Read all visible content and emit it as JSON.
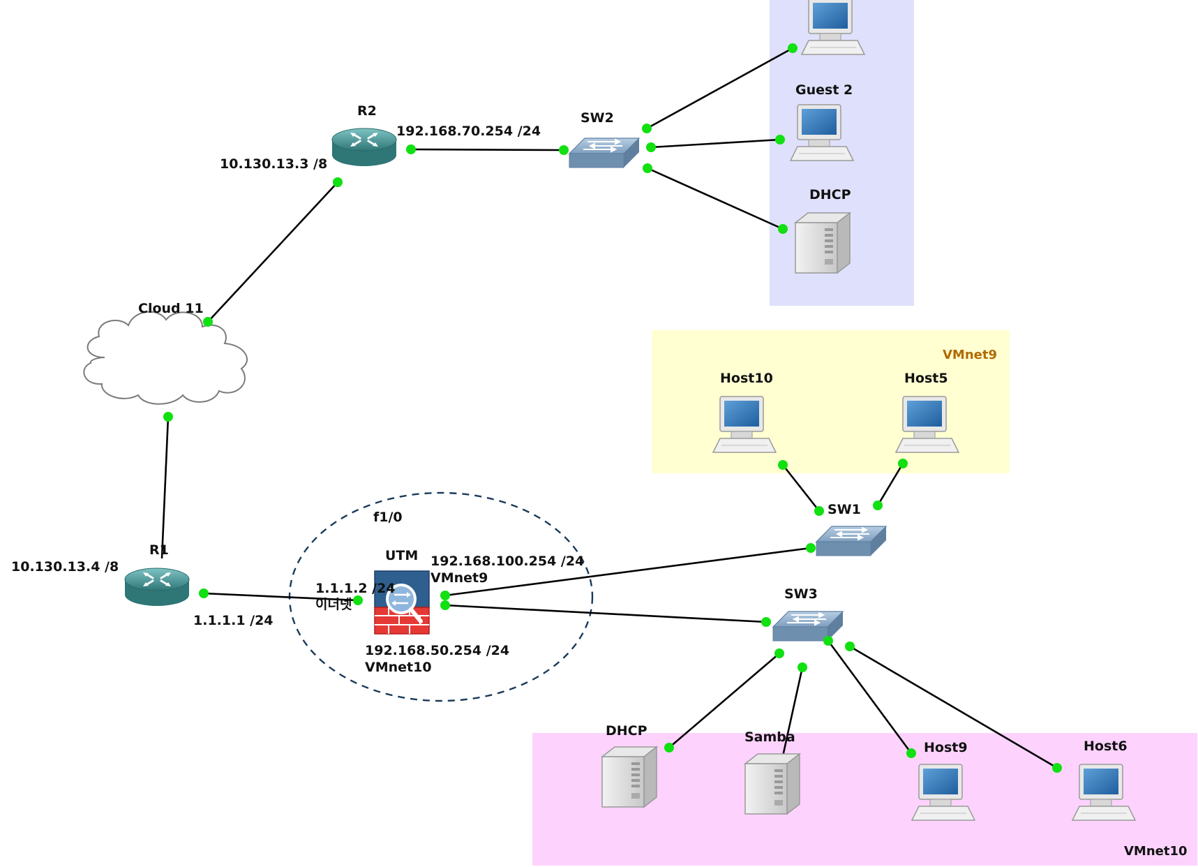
{
  "diagram": {
    "zones": {
      "top_lan": {
        "label": "",
        "color": "#dfe0fb"
      },
      "vmnet9": {
        "label": "VMnet9",
        "color": "#ffffd2",
        "text_color": "#b06a00"
      },
      "vmnet10": {
        "label": "VMnet10",
        "color": "#fdd3fd",
        "text_color": "#111111"
      }
    },
    "devices": {
      "r2": {
        "name": "R2",
        "ip_wan": "10.130.13.3 /8",
        "ip_lan": "192.168.70.254 /24"
      },
      "sw2": {
        "name": "SW2"
      },
      "guest1": {
        "name": ""
      },
      "guest2": {
        "name": "Guest 2"
      },
      "dhcp_top": {
        "name": "DHCP"
      },
      "cloud": {
        "name": "Cloud 11"
      },
      "r1": {
        "name": "R1",
        "ip_wan": "10.130.13.4 /8",
        "ip_lan": "1.1.1.1 /24"
      },
      "utm": {
        "name": "UTM",
        "interface": "f1/0",
        "ip_outside": "1.1.1.2 /24",
        "ip_outside_note": "이더넷",
        "ip_vmnet9": "192.168.100.254 /24",
        "ip_vmnet9_label": "VMnet9",
        "ip_vmnet10": "192.168.50.254 /24",
        "ip_vmnet10_label": "VMnet10"
      },
      "sw1": {
        "name": "SW1"
      },
      "host10": {
        "name": "Host10"
      },
      "host5": {
        "name": "Host5"
      },
      "sw3": {
        "name": "SW3"
      },
      "dhcp_bottom": {
        "name": "DHCP"
      },
      "samba": {
        "name": "Samba"
      },
      "host9": {
        "name": "Host9"
      },
      "host6": {
        "name": "Host6"
      }
    },
    "colors": {
      "router": "#3f8a8a",
      "switch": "#7f9fbf",
      "link": "#000000",
      "port": "#11e011",
      "firewall": "#e53935"
    }
  }
}
